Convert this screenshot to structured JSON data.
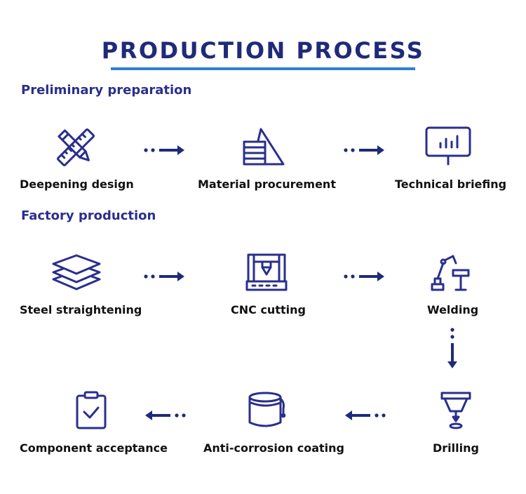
{
  "title": "PRODUCTION PROCESS",
  "colors": {
    "primary": "#2a2f8c",
    "accent": "#2b7fd6",
    "text": "#111111"
  },
  "sections": [
    {
      "label": "Preliminary preparation"
    },
    {
      "label": "Factory production"
    }
  ],
  "steps": [
    {
      "label": "Deepening design",
      "icon": "ruler-pencil-icon"
    },
    {
      "label": "Material procurement",
      "icon": "material-stack-icon"
    },
    {
      "label": "Technical briefing",
      "icon": "presentation-board-icon"
    },
    {
      "label": "Steel straightening",
      "icon": "stacked-plates-icon"
    },
    {
      "label": "CNC cutting",
      "icon": "cnc-machine-icon"
    },
    {
      "label": "Welding",
      "icon": "welding-robot-icon"
    },
    {
      "label": "Drilling",
      "icon": "drill-icon"
    },
    {
      "label": "Anti-corrosion coating",
      "icon": "paint-bucket-icon"
    },
    {
      "label": "Component acceptance",
      "icon": "clipboard-check-icon"
    }
  ]
}
